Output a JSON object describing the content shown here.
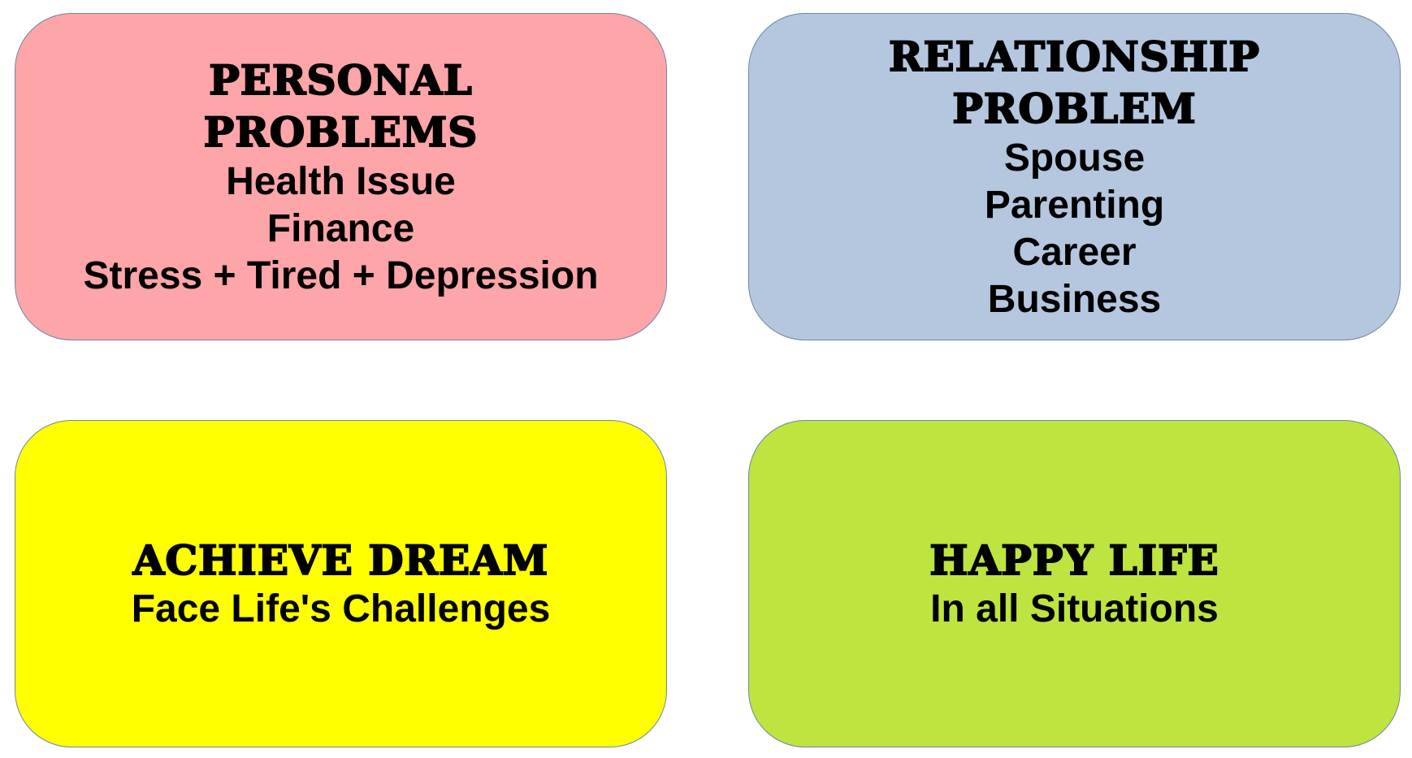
{
  "cards": [
    {
      "title_lines": [
        "PERSONAL",
        "PROBLEMS"
      ],
      "items": [
        "Health Issue",
        "Finance",
        "Stress + Tired + Depression"
      ],
      "color": "#fda5a8"
    },
    {
      "title_lines": [
        "RELATIONSHIP",
        "PROBLEM"
      ],
      "items": [
        "Spouse",
        "Parenting",
        "Career",
        "Business"
      ],
      "color": "#b5c7df"
    },
    {
      "title_lines": [
        "ACHIEVE DREAM"
      ],
      "items": [
        "Face Life's Challenges"
      ],
      "color": "#ffff00"
    },
    {
      "title_lines": [
        "HAPPY LIFE"
      ],
      "items": [
        "In all Situations"
      ],
      "color": "#bde43f"
    }
  ],
  "colors": {
    "border": "#6f86a3",
    "text": "#000000",
    "background": "#ffffff"
  }
}
